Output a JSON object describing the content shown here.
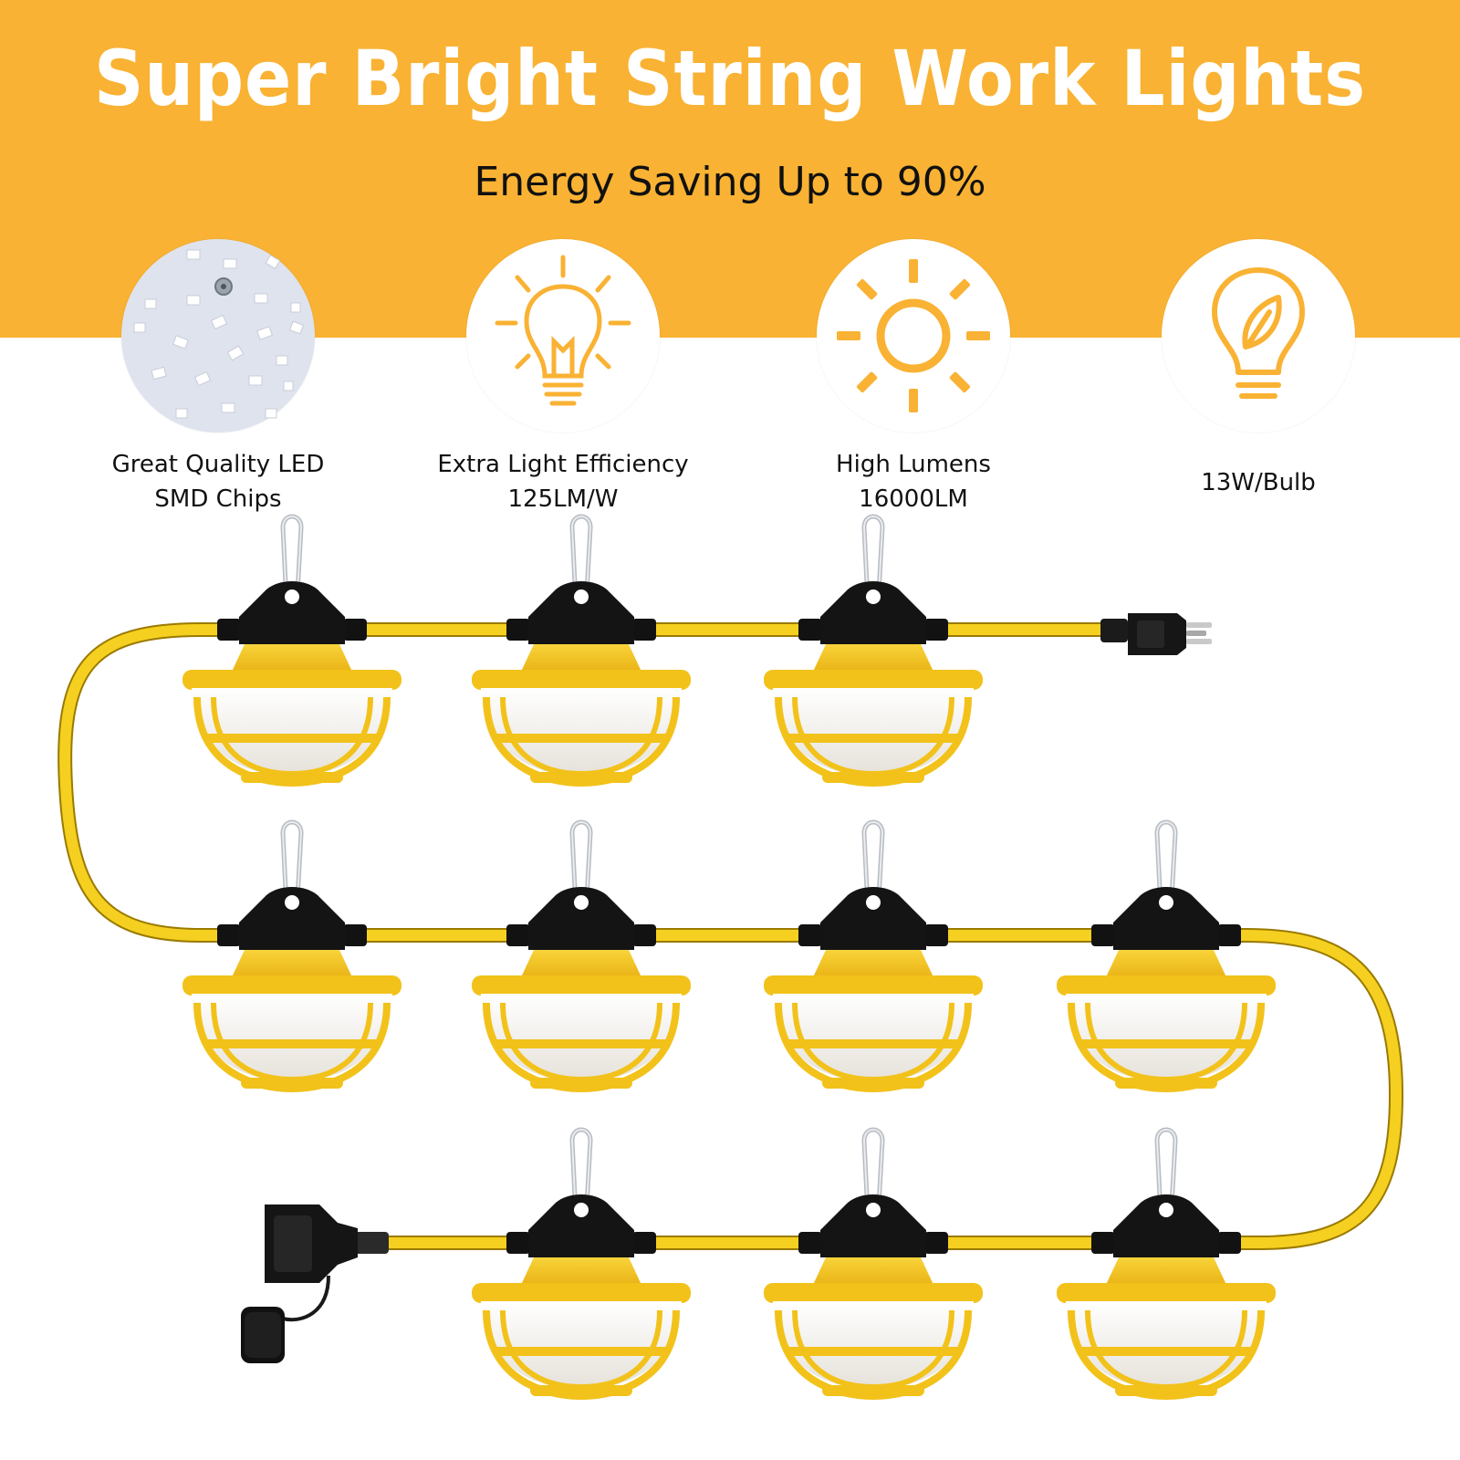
{
  "header": {
    "title": "Super Bright String Work Lights",
    "subtitle": "Energy Saving Up to 90%"
  },
  "features": [
    {
      "icon": "led-chip-icon",
      "line1": "Great Quality LED",
      "line2": "SMD Chips"
    },
    {
      "icon": "light-bulb-icon",
      "line1": "Extra Light Efficiency",
      "line2": "125LM/W"
    },
    {
      "icon": "sun-icon",
      "line1": "High Lumens",
      "line2": "16000LM"
    },
    {
      "icon": "eco-bulb-icon",
      "line1": "13W/Bulb",
      "line2": ""
    }
  ],
  "colors": {
    "banner": "#f9b233",
    "accent": "#f9b233",
    "cable": "#f5d020",
    "housing": "#f2c21b",
    "diffuser": "#f3f1ec",
    "connector": "#111111"
  },
  "product": {
    "bulb_count": 10,
    "rows": [
      3,
      4,
      3
    ]
  }
}
